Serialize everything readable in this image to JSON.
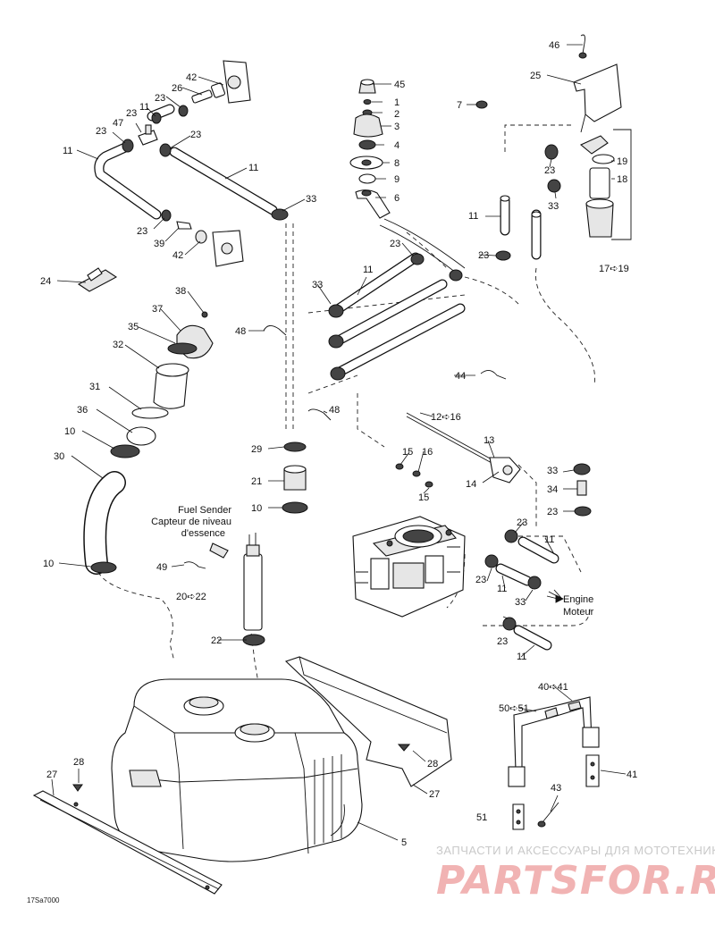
{
  "diagram": {
    "callouts": [
      "46",
      "25",
      "7",
      "45",
      "1",
      "2",
      "3",
      "4",
      "8",
      "9",
      "6",
      "42",
      "26",
      "23",
      "11",
      "47",
      "23",
      "23",
      "23",
      "11",
      "11",
      "33",
      "23",
      "39",
      "42",
      "19",
      "18",
      "23",
      "33",
      "11",
      "23",
      "17➪19",
      "24",
      "38",
      "37",
      "35",
      "32",
      "11",
      "33",
      "48",
      "23",
      "44",
      "31",
      "36",
      "10",
      "30",
      "48",
      "12➪16",
      "13",
      "15",
      "16",
      "15",
      "14",
      "29",
      "21",
      "10",
      "33",
      "34",
      "23",
      "23",
      "11",
      "23",
      "11",
      "33",
      "10",
      "49",
      "20➪22",
      "23",
      "11",
      "22",
      "40➪41",
      "50➪51",
      "28",
      "27",
      "28",
      "27",
      "41",
      "43",
      "51",
      "5"
    ],
    "fuel_sender_en": "Fuel Sender",
    "fuel_sender_fr_1": "Capteur de niveau",
    "fuel_sender_fr_2": "d'essence",
    "engine_en": "Engine",
    "engine_fr": "Moteur",
    "drawing_code": "17Sa7000"
  },
  "watermark": {
    "tagline": "ЗАПЧАСТИ И АКСЕССУАРЫ ДЛЯ МОТОТЕХНИКИ",
    "brand": "PARTSFOR.RU"
  }
}
